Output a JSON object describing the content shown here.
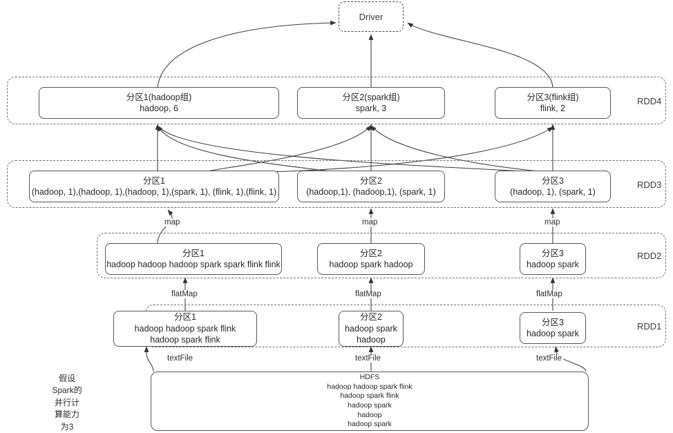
{
  "driver": {
    "label": "Driver"
  },
  "stages": [
    {
      "id": "rdd4",
      "label": "RDD4",
      "partitions": [
        {
          "title": "分区1(hadoop组)",
          "lines": [
            "hadoop, 6"
          ]
        },
        {
          "title": "分区2(spark组)",
          "lines": [
            "spark, 3"
          ]
        },
        {
          "title": "分区3(flink组)",
          "lines": [
            "flink, 2"
          ]
        }
      ]
    },
    {
      "id": "rdd3",
      "label": "RDD3",
      "partitions": [
        {
          "title": "分区1",
          "lines": [
            "(hadoop, 1),(hadoop, 1),(hadoop, 1),(spark, 1), (flink, 1),(flink, 1)"
          ]
        },
        {
          "title": "分区2",
          "lines": [
            "(hadoop,1), (hadoop,1), (spark, 1)"
          ]
        },
        {
          "title": "分区3",
          "lines": [
            "(hadoop, 1), (spark, 1)"
          ]
        }
      ]
    },
    {
      "id": "rdd2",
      "label": "RDD2",
      "partitions": [
        {
          "title": "分区1",
          "lines": [
            "hadoop hadoop hadoop spark spark flink flink"
          ]
        },
        {
          "title": "分区2",
          "lines": [
            "hadoop spark hadoop"
          ]
        },
        {
          "title": "分区3",
          "lines": [
            "hadoop spark"
          ]
        }
      ]
    },
    {
      "id": "rdd1",
      "label": "RDD1",
      "partitions": [
        {
          "title": "分区1",
          "lines": [
            "hadoop hadoop spark flink",
            "hadoop spark flink"
          ]
        },
        {
          "title": "分区2",
          "lines": [
            "hadoop spark",
            "hadoop"
          ]
        },
        {
          "title": "分区3",
          "lines": [
            "hadoop spark"
          ]
        }
      ]
    }
  ],
  "hdfs": {
    "title": "HDFS",
    "lines": [
      "hadoop hadoop spark flink",
      "hadoop spark flink",
      "hadoop spark",
      "hadoop",
      "hadoop spark"
    ]
  },
  "edge_labels": {
    "map": "map",
    "flat_map": "flatMap",
    "text_file": "textFile"
  },
  "note": "假设\nSpark的\n并行计\n算能力\n为3",
  "colors": {
    "stroke": "#575757",
    "dashed_stroke": "#6f6f6f",
    "text": "#272727",
    "background": "#ffffff"
  }
}
